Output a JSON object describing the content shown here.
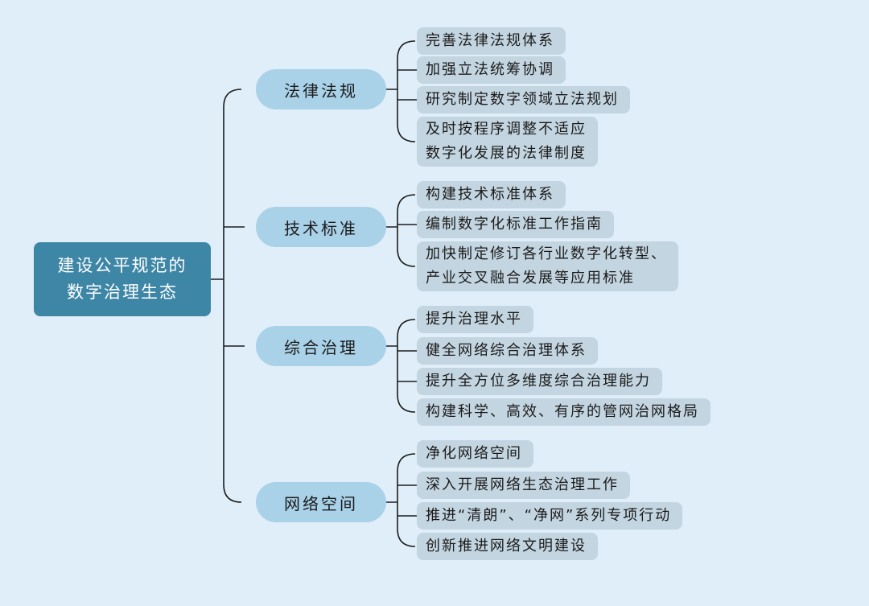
{
  "root": {
    "lines": [
      "建设公平规范的",
      "数字治理生态"
    ]
  },
  "categories": [
    {
      "label": "法律法规",
      "items": [
        {
          "lines": [
            "完善法律法规体系"
          ]
        },
        {
          "lines": [
            "加强立法统筹协调"
          ]
        },
        {
          "lines": [
            "研究制定数字领域立法规划"
          ]
        },
        {
          "lines": [
            "及时按程序调整不适应",
            "数字化发展的法律制度"
          ]
        }
      ]
    },
    {
      "label": "技术标准",
      "items": [
        {
          "lines": [
            "构建技术标准体系"
          ]
        },
        {
          "lines": [
            "编制数字化标准工作指南"
          ]
        },
        {
          "lines": [
            "加快制定修订各行业数字化转型、",
            "产业交叉融合发展等应用标准"
          ]
        }
      ]
    },
    {
      "label": "综合治理",
      "items": [
        {
          "lines": [
            "提升治理水平"
          ]
        },
        {
          "lines": [
            "健全网络综合治理体系"
          ]
        },
        {
          "lines": [
            "提升全方位多维度综合治理能力"
          ]
        },
        {
          "lines": [
            "构建科学、高效、有序的管网治网格局"
          ]
        }
      ]
    },
    {
      "label": "网络空间",
      "items": [
        {
          "lines": [
            "净化网络空间"
          ]
        },
        {
          "lines": [
            "深入开展网络生态治理工作"
          ]
        },
        {
          "lines": [
            "推进“清朗”、“净网”系列专项行动"
          ]
        },
        {
          "lines": [
            "创新推进网络文明建设"
          ]
        }
      ]
    }
  ],
  "colors": {
    "background": "#dfeef8",
    "root_fill": "#3d86a6",
    "category_fill": "#a9d1e8",
    "leaf_fill": "#c3d5e0",
    "connector": "#1d1d1d"
  }
}
